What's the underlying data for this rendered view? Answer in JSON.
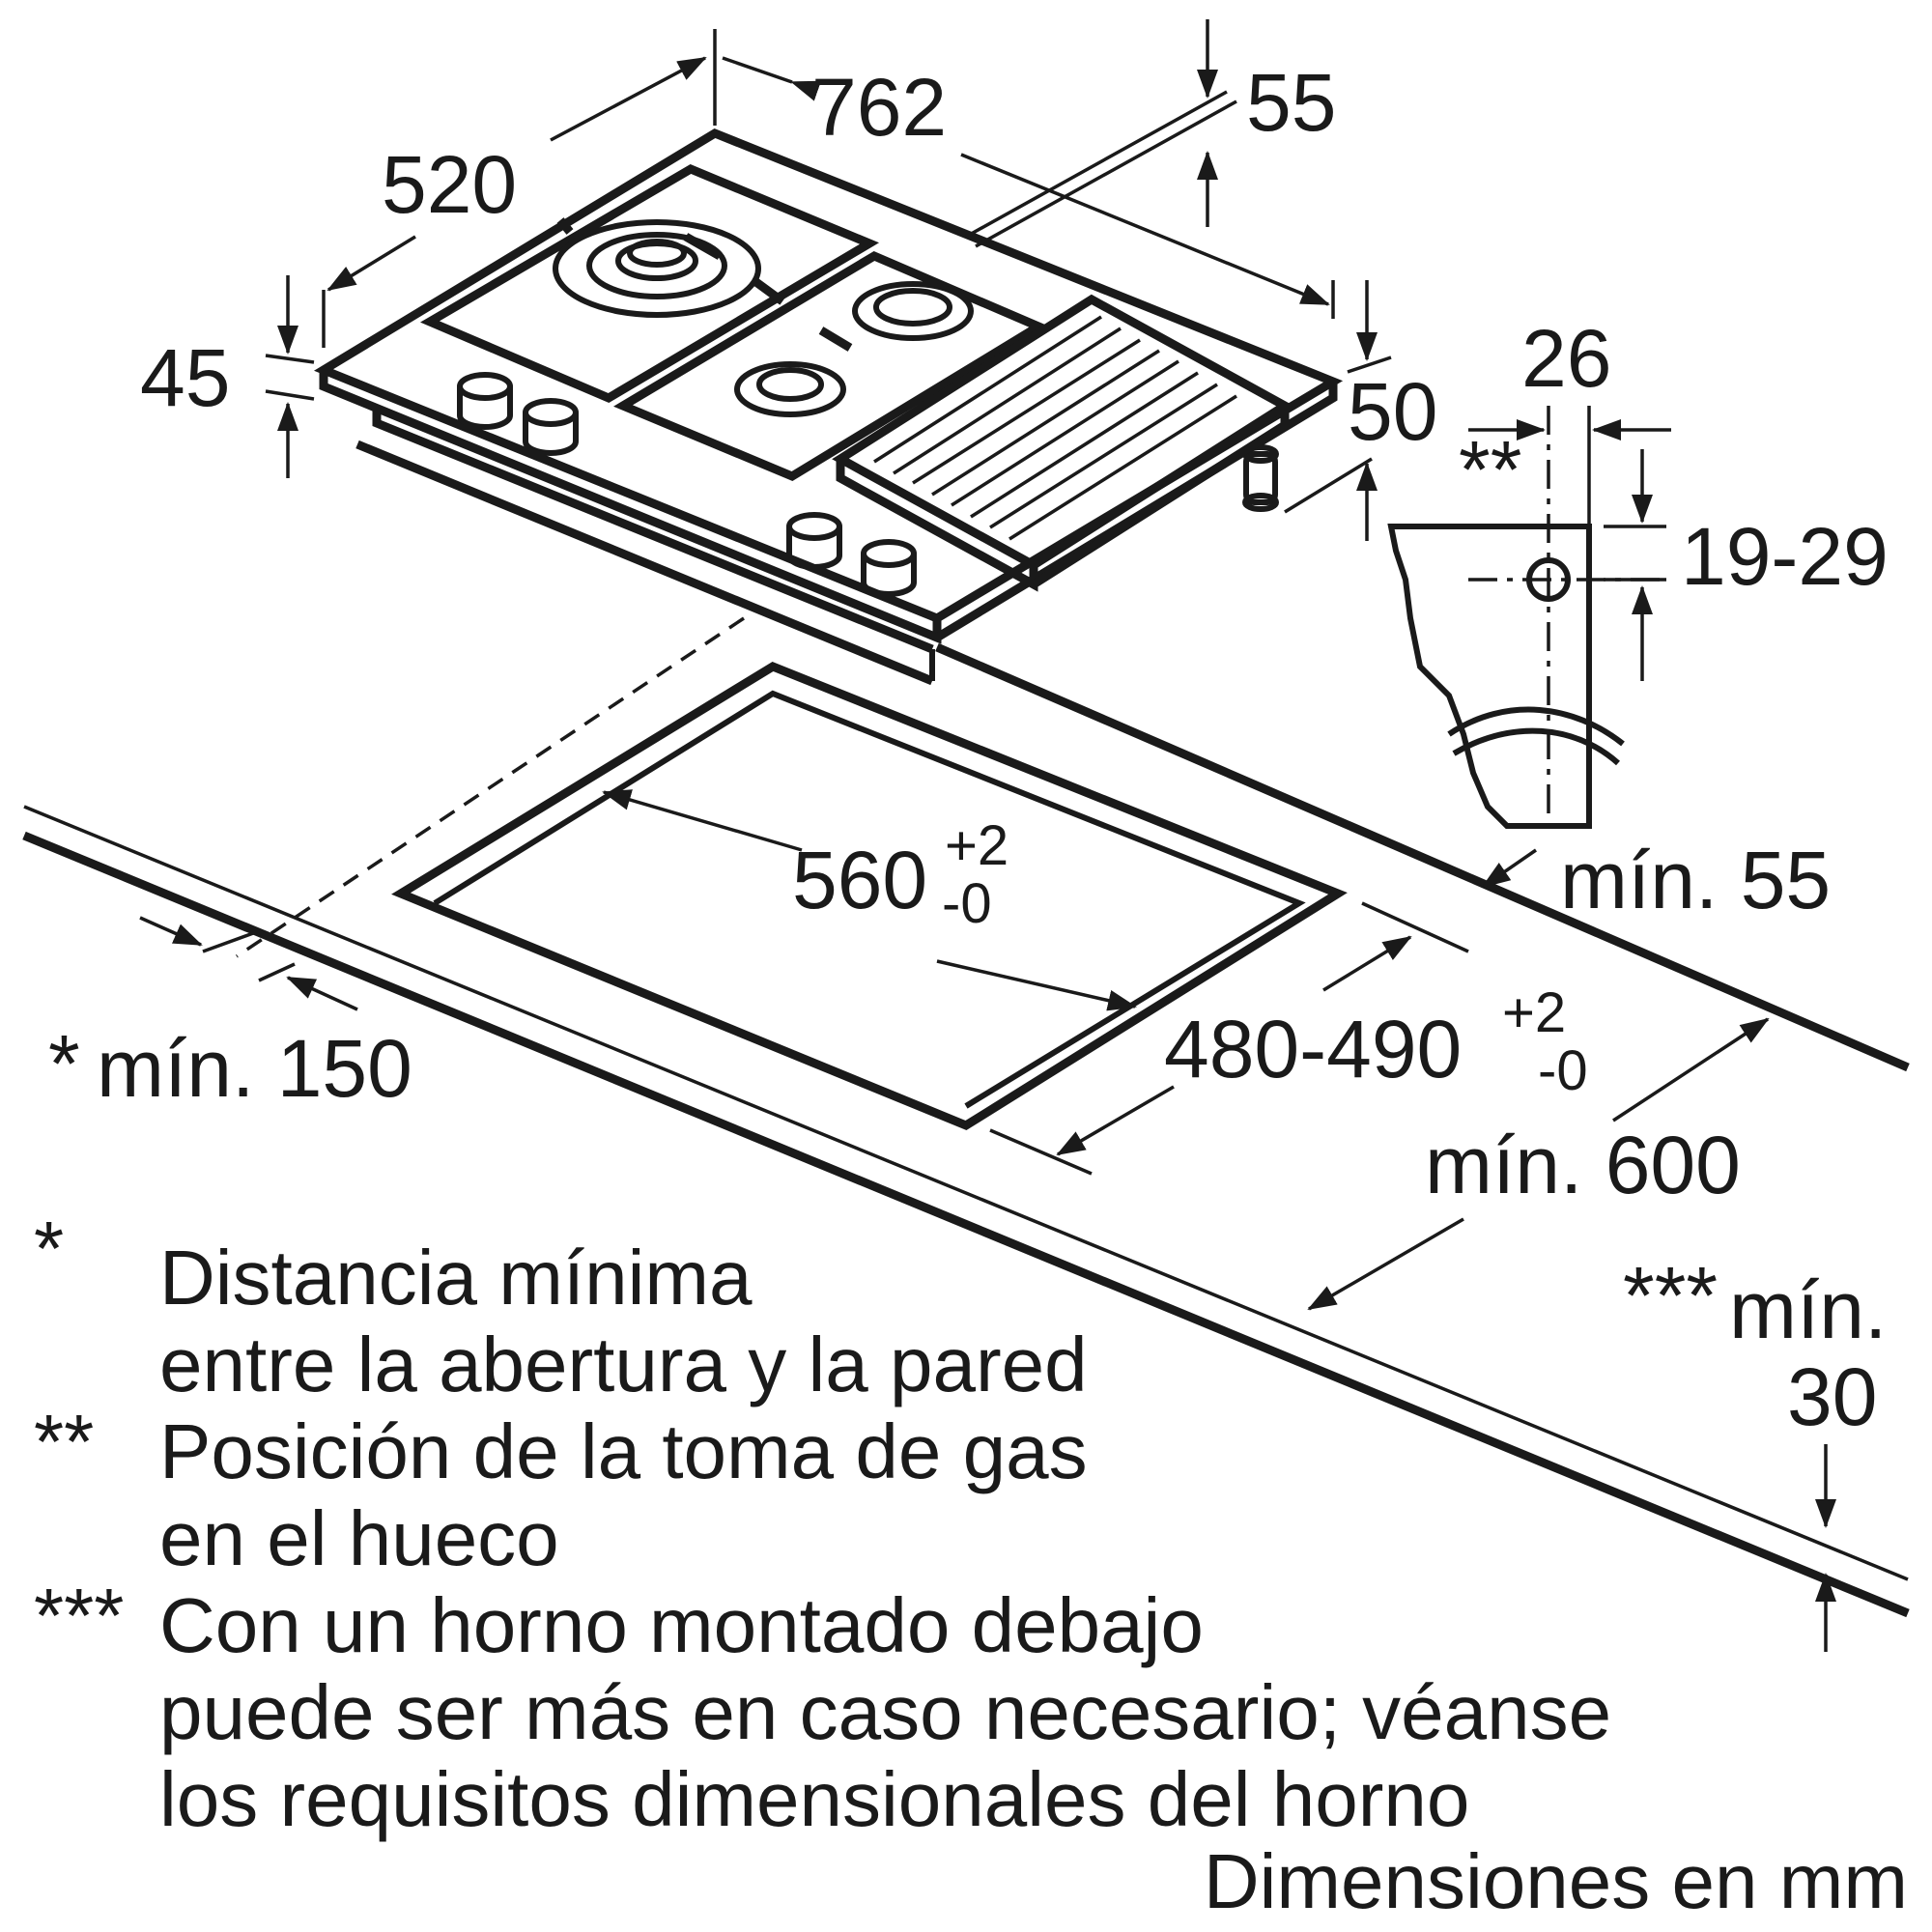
{
  "dimensions": {
    "width_total": "762",
    "depth_total": "520",
    "height_front": "45",
    "grill_depth": "55",
    "height_rear": "50",
    "gas_offset": "26",
    "gas_marker": "**",
    "gas_height": "19-29",
    "rear_min": "mín. 55",
    "cutout_width": "560",
    "cutout_width_tol_plus": "+2",
    "cutout_width_tol_minus": "-0",
    "cutout_depth": "480-490",
    "cutout_depth_tol_plus": "+2",
    "cutout_depth_tol_minus": "-0",
    "wall_marker": "*",
    "wall_min": "mín. 150",
    "worktop_min": "mín. 600",
    "oven_marker": "***",
    "oven_min_label": "mín.",
    "oven_min_value": "30"
  },
  "notes": [
    {
      "marker": "*",
      "line1": "Distancia mínima",
      "line2": "entre la abertura y la pared"
    },
    {
      "marker": "**",
      "line1": "Posición de la toma de gas",
      "line2": "en el hueco"
    },
    {
      "marker": "***",
      "line1": "Con un horno montado debajo",
      "line2": "puede ser más en caso necesario; véanse",
      "line3": "los requisitos dimensionales del horno"
    }
  ],
  "units": "Dimensiones en mm"
}
